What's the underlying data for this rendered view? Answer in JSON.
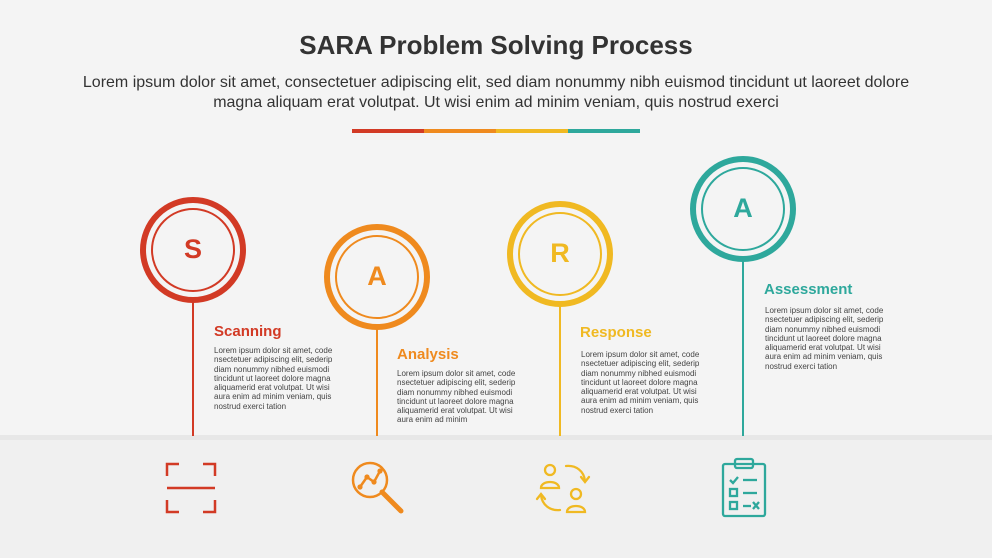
{
  "title": "SARA Problem Solving Process",
  "subtitle": "Lorem ipsum dolor sit amet, consectetuer adipiscing elit, sed diam nonummy nibh euismod tincidunt ut laoreet dolore magna aliquam erat volutpat. Ut wisi enim ad minim veniam, quis nostrud exerci",
  "colors": {
    "scanning": "#d23a25",
    "analysis": "#ef8a1e",
    "response": "#f0b922",
    "assessment": "#2ea89c"
  },
  "steps": [
    {
      "letter": "S",
      "title": "Scanning",
      "body": "Lorem ipsum dolor sit amet, code nsectetuer adipiscing elit, sederip diam nonummy nibhed euismodi tincidunt ut laoreet dolore magna aliquamerid erat volutpat. Ut wisi aura enim ad minim veniam, quis nostrud exerci tation",
      "icon": "scan-frame-icon"
    },
    {
      "letter": "A",
      "title": "Analysis",
      "body": "Lorem ipsum dolor sit amet, code nsectetuer adipiscing elit, sederip diam nonummy nibhed euismodi tincidunt ut laoreet dolore magna aliquamerid erat volutpat. Ut wisi aura enim ad minim",
      "icon": "magnifier-analysis-icon"
    },
    {
      "letter": "R",
      "title": "Response",
      "body": "Lorem ipsum dolor sit amet, code nsectetuer adipiscing elit, sederip diam nonummy nibhed euismodi tincidunt ut laoreet dolore magna aliquamerid erat volutpat. Ut wisi aura enim ad minim veniam, quis nostrud exerci tation",
      "icon": "people-exchange-icon"
    },
    {
      "letter": "A",
      "title": "Assessment",
      "body": "Lorem ipsum dolor sit amet, code nsectetuer adipiscing elit, sederip diam nonummy nibhed euismodi tincidunt ut laoreet dolore magna aliquamerid erat volutpat. Ut wisi aura enim ad minim veniam, quis nostrud exerci tation",
      "icon": "checklist-clipboard-icon"
    }
  ]
}
